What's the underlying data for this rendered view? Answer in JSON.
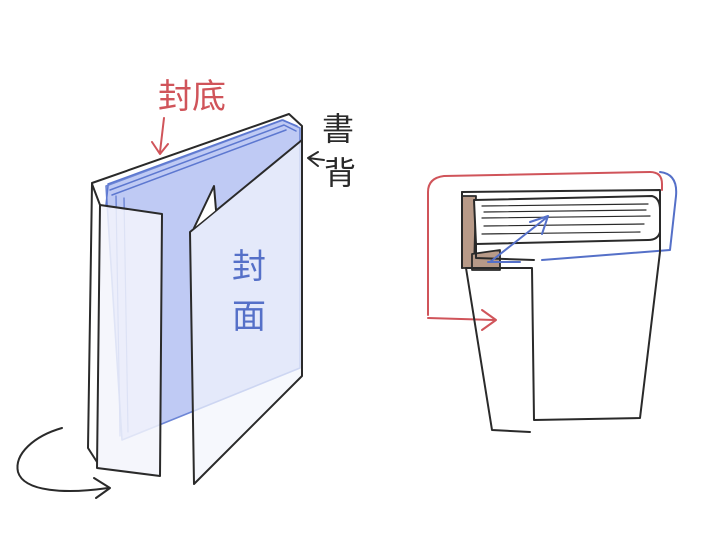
{
  "labels": {
    "back_cover": "封底",
    "spine_char_1": "書",
    "spine_char_2": "背",
    "front_cover_char_1": "封",
    "front_cover_char_2": "面"
  },
  "colors": {
    "ink": "#2a2a2a",
    "red": "#d0545a",
    "blue": "#5570c8",
    "blue_fill": "#a9b8f0",
    "jacket_fill": "#f3f5fc",
    "brown": "#b89a88"
  }
}
